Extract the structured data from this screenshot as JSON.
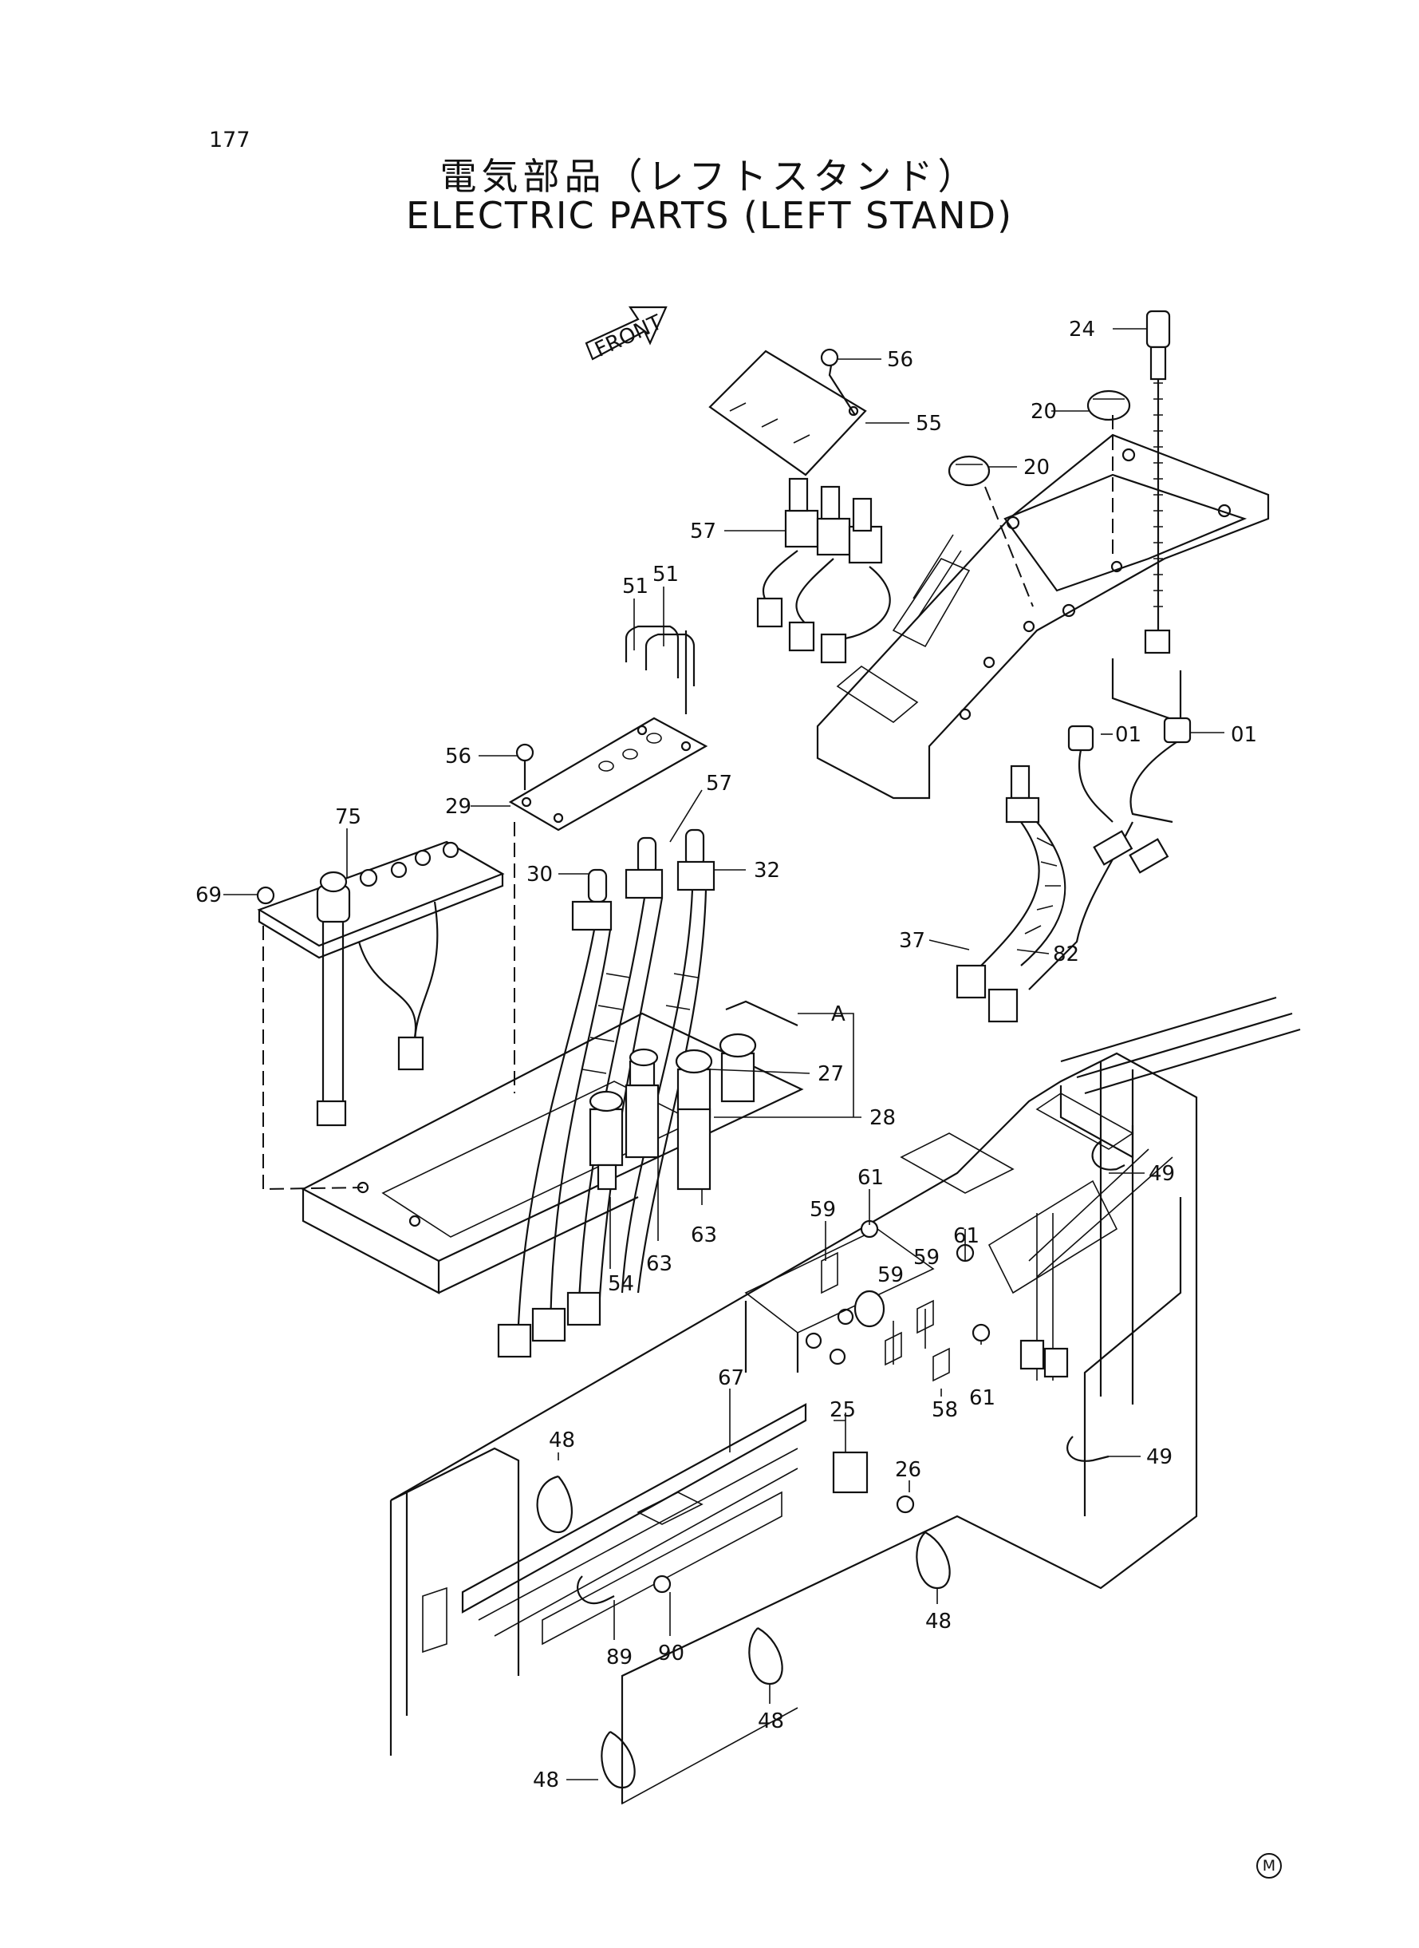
{
  "page": {
    "number": "177"
  },
  "title": {
    "japanese": "電気部品（レフトスタンド）",
    "english": "ELECTRIC PARTS (LEFT STAND)"
  },
  "front_label": "FRONT",
  "mark": "M",
  "callouts": [
    {
      "id": "c24",
      "text": "24"
    },
    {
      "id": "c56a",
      "text": "56"
    },
    {
      "id": "c55",
      "text": "55"
    },
    {
      "id": "c20a",
      "text": "20"
    },
    {
      "id": "c20b",
      "text": "20"
    },
    {
      "id": "c57a",
      "text": "57"
    },
    {
      "id": "c51a",
      "text": "51"
    },
    {
      "id": "c51b",
      "text": "51"
    },
    {
      "id": "c01a",
      "text": "01"
    },
    {
      "id": "c01b",
      "text": "01"
    },
    {
      "id": "c56b",
      "text": "56"
    },
    {
      "id": "c29",
      "text": "29"
    },
    {
      "id": "c57b",
      "text": "57"
    },
    {
      "id": "c75",
      "text": "75"
    },
    {
      "id": "c30",
      "text": "30"
    },
    {
      "id": "c32",
      "text": "32"
    },
    {
      "id": "c69",
      "text": "69"
    },
    {
      "id": "c37",
      "text": "37"
    },
    {
      "id": "c82",
      "text": "82"
    },
    {
      "id": "cA",
      "text": "A"
    },
    {
      "id": "c27",
      "text": "27"
    },
    {
      "id": "c28",
      "text": "28"
    },
    {
      "id": "c49a",
      "text": "49"
    },
    {
      "id": "c61a",
      "text": "61"
    },
    {
      "id": "c59a",
      "text": "59"
    },
    {
      "id": "c54",
      "text": "54"
    },
    {
      "id": "c63a",
      "text": "63"
    },
    {
      "id": "c63b",
      "text": "63"
    },
    {
      "id": "c61b",
      "text": "61"
    },
    {
      "id": "c59b",
      "text": "59"
    },
    {
      "id": "c59c",
      "text": "59"
    },
    {
      "id": "c58",
      "text": "58"
    },
    {
      "id": "c61c",
      "text": "61"
    },
    {
      "id": "c67",
      "text": "67"
    },
    {
      "id": "c25",
      "text": "25"
    },
    {
      "id": "c26",
      "text": "26"
    },
    {
      "id": "c49b",
      "text": "49"
    },
    {
      "id": "c48a",
      "text": "48"
    },
    {
      "id": "c48b",
      "text": "48"
    },
    {
      "id": "c90",
      "text": "90"
    },
    {
      "id": "c89",
      "text": "89"
    },
    {
      "id": "c48c",
      "text": "48"
    },
    {
      "id": "c48d",
      "text": "48"
    }
  ]
}
